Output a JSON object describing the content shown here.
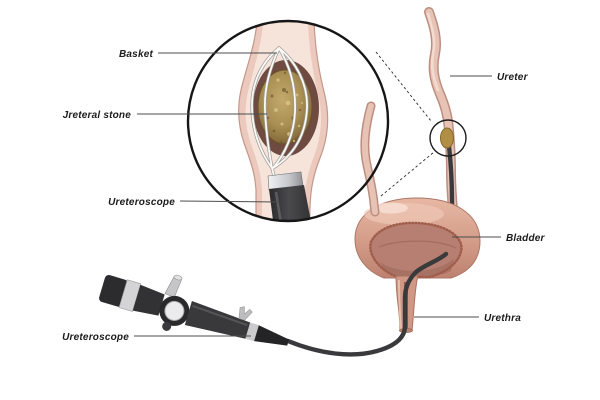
{
  "labels": {
    "basket": "Basket",
    "ureteral_stone": "Jreteral stone",
    "ureteroscope_inset": "Ureteroscope",
    "ureter": "Ureter",
    "bladder": "Bladder",
    "urethra": "Urethra",
    "ureteroscope_device": "Ureteroscope"
  },
  "colors": {
    "background": "#ffffff",
    "outline": "#1a1a1a",
    "label_text": "#1c1c1c",
    "leader_line": "#4d4d4d",
    "stone": "#a98f52",
    "ureter_tissue": "#e7c3b6",
    "lumen_dark": "#6e4a40",
    "bladder_outer": "#cf9784",
    "bladder_interior": "#b77f71",
    "scope_dark": "#39393b",
    "metal_band": "#d4d4d6",
    "basket_wire": "#faf9f4"
  }
}
